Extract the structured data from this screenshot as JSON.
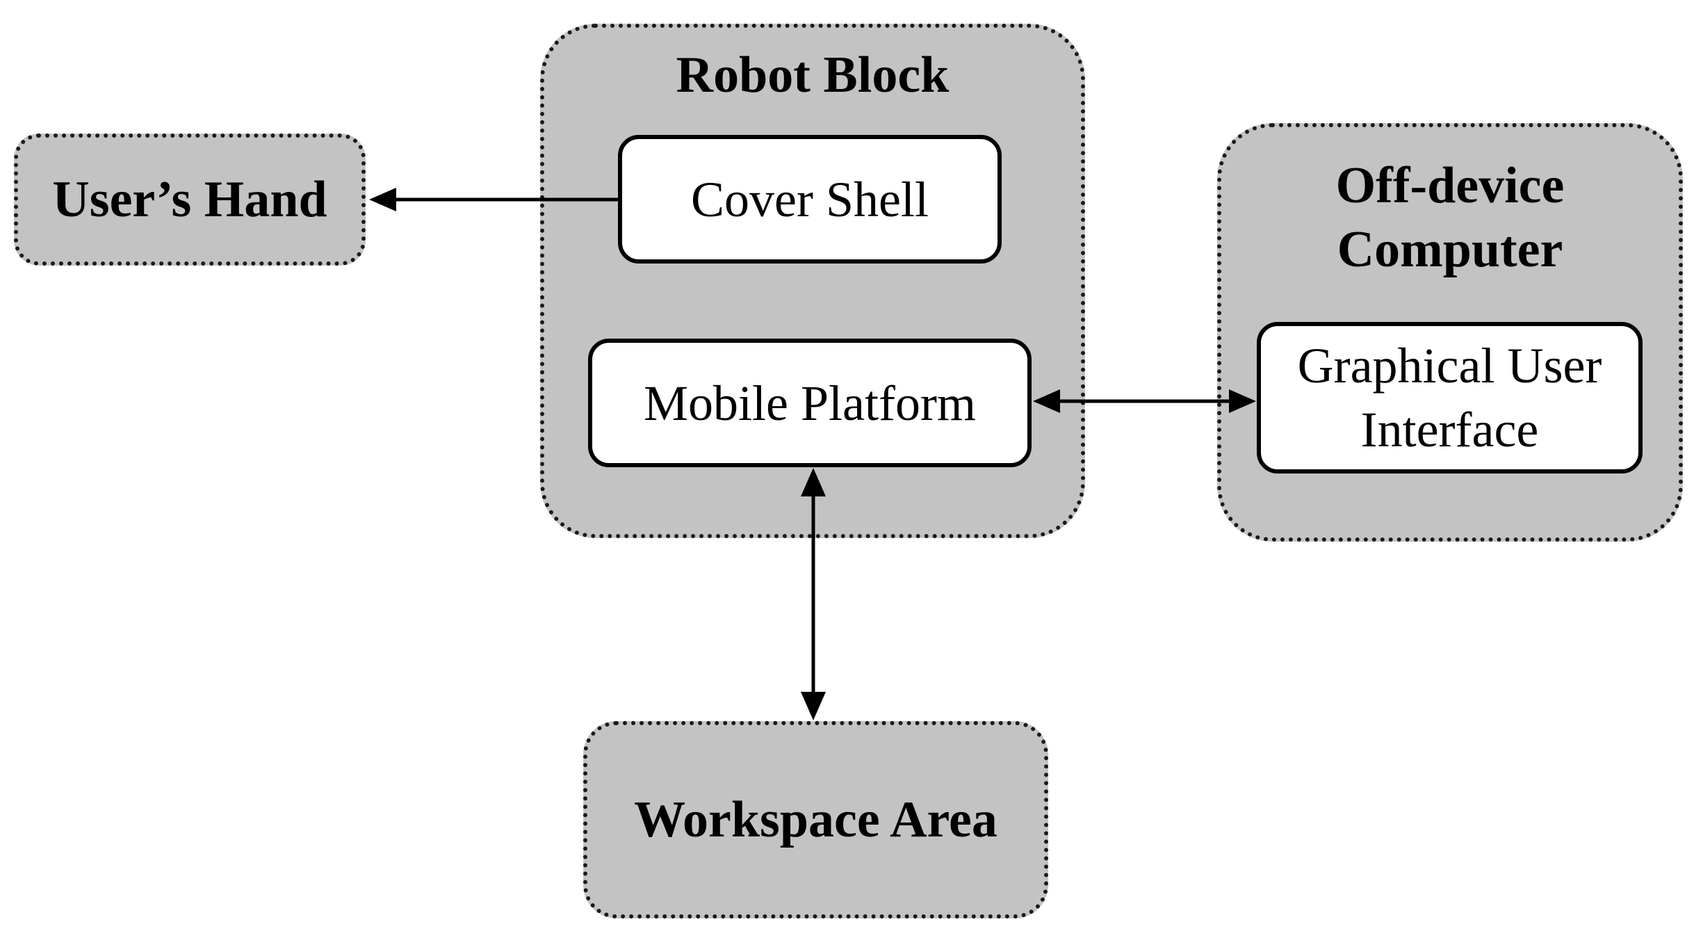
{
  "colors": {
    "group_fill": "#c3c3c3",
    "block_fill": "#ffffff",
    "outline": "#000000"
  },
  "diagram": {
    "robot_block": {
      "title": "Robot Block",
      "cover_shell": "Cover Shell",
      "mobile_platform": "Mobile Platform"
    },
    "off_device_computer": {
      "title_line1": "Off-device",
      "title_line2": "Computer",
      "gui_line1": "Graphical User",
      "gui_line2": "Interface"
    },
    "users_hand": "User’s Hand",
    "workspace_area": "Workspace Area"
  }
}
